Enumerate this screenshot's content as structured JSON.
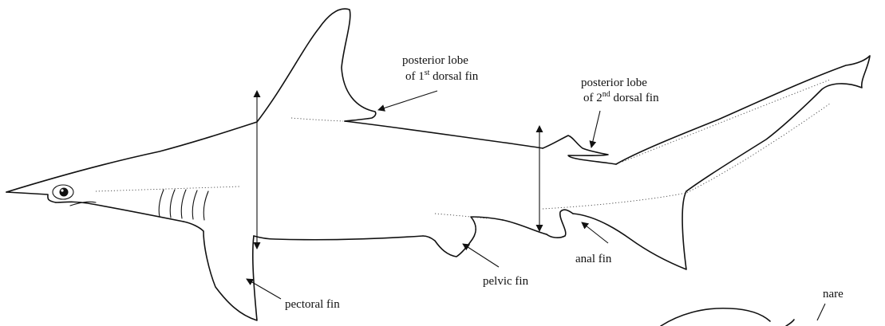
{
  "labels": {
    "posterior_lobe_1st_line1": "posterior lobe",
    "posterior_lobe_1st_of": "of 1",
    "posterior_lobe_1st_sup": "st",
    "posterior_lobe_1st_rest": " dorsal fin",
    "posterior_lobe_2nd_line1": "posterior lobe",
    "posterior_lobe_2nd_of": "of 2",
    "posterior_lobe_2nd_sup": "nd",
    "posterior_lobe_2nd_rest": " dorsal fin",
    "pectoral_fin": "pectoral fin",
    "pelvic_fin": "pelvic fin",
    "anal_fin": "anal fin",
    "nare": "nare"
  }
}
